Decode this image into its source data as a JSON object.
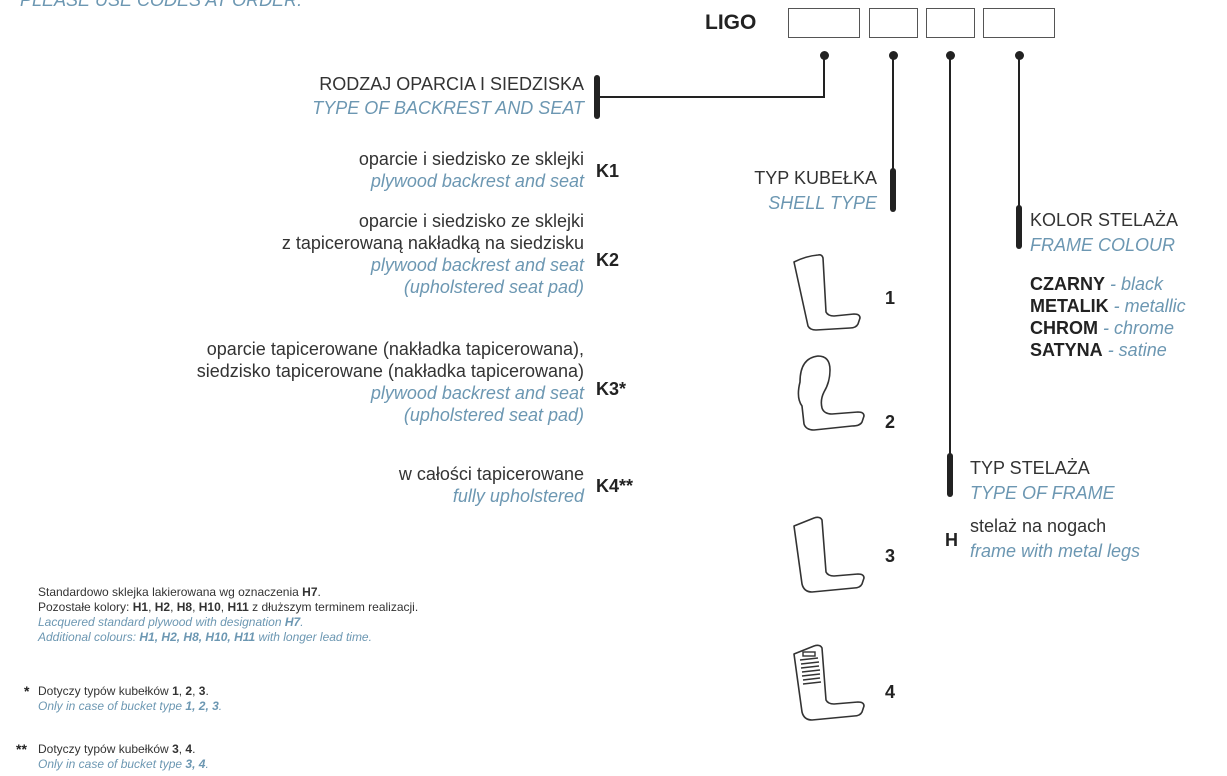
{
  "header": {
    "order_note": "PLEASE USE CODES AT ORDER:",
    "product": "LIGO"
  },
  "backrest": {
    "title_pl": "RODZAJ OPARCIA I SIEDZISKA",
    "title_en": "TYPE OF BACKREST AND SEAT",
    "options": [
      {
        "code": "K1",
        "pl": [
          "oparcie i siedzisko ze sklejki"
        ],
        "en": [
          "plywood backrest and seat"
        ]
      },
      {
        "code": "K2",
        "pl": [
          "oparcie i siedzisko ze sklejki",
          "z tapicerowaną nakładką na siedzisku"
        ],
        "en": [
          "plywood backrest and seat",
          "(upholstered seat pad)"
        ]
      },
      {
        "code": "K3*",
        "pl": [
          "oparcie tapicerowane (nakładka tapicerowana),",
          "siedzisko tapicerowane (nakładka tapicerowana)"
        ],
        "en": [
          "plywood backrest and seat",
          "(upholstered seat pad)"
        ]
      },
      {
        "code": "K4**",
        "pl": [
          "w całości tapicerowane"
        ],
        "en": [
          "fully upholstered"
        ]
      }
    ]
  },
  "shell": {
    "title_pl": "TYP KUBEŁKA",
    "title_en": "SHELL TYPE",
    "types": [
      "1",
      "2",
      "3",
      "4"
    ]
  },
  "frame": {
    "title_pl": "TYP STELAŻA",
    "title_en": "TYPE OF FRAME",
    "code": "H",
    "pl": "stelaż na nogach",
    "en": "frame with metal legs"
  },
  "colour": {
    "title_pl": "KOLOR STELAŻA",
    "title_en": "FRAME COLOUR",
    "options": [
      {
        "pl": "CZARNY",
        "en": "- black"
      },
      {
        "pl": "METALIK",
        "en": "- metallic"
      },
      {
        "pl": "CHROM",
        "en": "- chrome"
      },
      {
        "pl": "SATYNA",
        "en": "- satine"
      }
    ]
  },
  "notes": {
    "standard_pl_1_a": "Standardowo sklejka lakierowana wg oznaczenia ",
    "standard_pl_1_b": "H7",
    "standard_pl_1_c": ".",
    "standard_pl_2_a": "Pozostałe kolory: ",
    "standard_pl_2_b": "H1",
    "standard_pl_2_c": ", ",
    "standard_pl_2_d": "H2",
    "standard_pl_2_e": ", ",
    "standard_pl_2_f": "H8",
    "standard_pl_2_g": ", ",
    "standard_pl_2_h": "H10",
    "standard_pl_2_i": ", ",
    "standard_pl_2_j": "H11",
    "standard_pl_2_k": " z dłuższym terminem realizacji.",
    "standard_en_1_a": "Lacquered standard plywood with designation ",
    "standard_en_1_b": "H7",
    "standard_en_1_c": ".",
    "standard_en_2_a": "Additional colours: ",
    "standard_en_2_b": "H1, H2, H8, H10, H11",
    "standard_en_2_c": " with longer lead time.",
    "star1_mark": "*",
    "star1_pl_a": "Dotyczy typów kubełków ",
    "star1_pl_b": "1",
    "star1_pl_c": ", ",
    "star1_pl_d": "2",
    "star1_pl_e": ", ",
    "star1_pl_f": "3",
    "star1_pl_g": ".",
    "star1_en_a": "Only in case of bucket type ",
    "star1_en_b": "1, 2, 3",
    "star1_en_c": ".",
    "star2_mark": "**",
    "star2_pl_a": "Dotyczy typów kubełków ",
    "star2_pl_b": "3",
    "star2_pl_c": ", ",
    "star2_pl_d": "4",
    "star2_pl_e": ".",
    "star2_en_a": "Only in case of bucket type ",
    "star2_en_b": "3, 4",
    "star2_en_c": "."
  }
}
